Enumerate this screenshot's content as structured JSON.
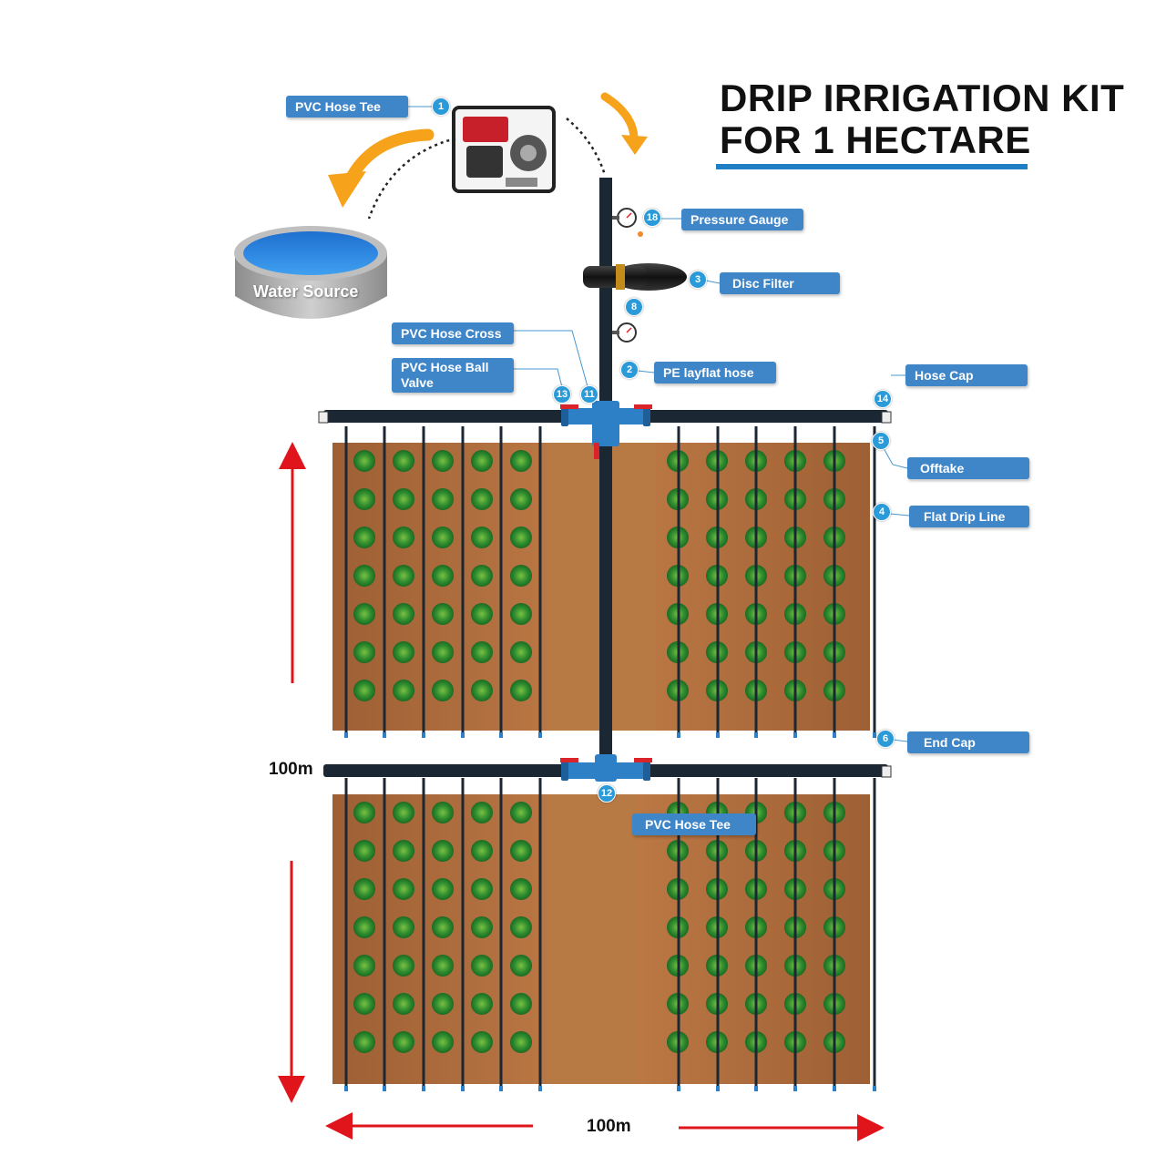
{
  "title": {
    "line1": "DRIP IRRIGATION KIT",
    "line2": "FOR 1 HECTARE"
  },
  "water_source": "Water Source",
  "dimensions": {
    "width": "100m",
    "length": "100m"
  },
  "callouts": [
    {
      "id": "pvc-hose-tee-top",
      "num": "1",
      "label": "PVC Hose Tee"
    },
    {
      "id": "pressure-gauge",
      "num": "18",
      "label": "Pressure Gauge"
    },
    {
      "id": "disc-filter",
      "num": "3",
      "label": "Disc Filter"
    },
    {
      "id": "gauge-8",
      "num": "8",
      "label": ""
    },
    {
      "id": "pvc-hose-cross",
      "num": "11",
      "label": "PVC Hose Cross"
    },
    {
      "id": "pe-layflat-hose",
      "num": "2",
      "label": "PE layflat hose"
    },
    {
      "id": "pvc-hose-ball-valve",
      "num": "13",
      "label": "PVC Hose Ball\nValve"
    },
    {
      "id": "hose-cap",
      "num": "14",
      "label": "Hose Cap"
    },
    {
      "id": "offtake",
      "num": "5",
      "label": "Offtake"
    },
    {
      "id": "flat-drip-line",
      "num": "4",
      "label": "Flat Drip Line"
    },
    {
      "id": "end-cap",
      "num": "6",
      "label": "End Cap"
    },
    {
      "id": "pvc-hose-tee-bottom",
      "num": "12",
      "label": "PVC Hose Tee"
    }
  ],
  "colors": {
    "accent": "#3f86c9",
    "badge": "#2a9ad8",
    "pipe": "#1b2733",
    "fitting": "#2d7fc6",
    "valve_handle": "#d9252a",
    "arrow_red": "#e0151b",
    "arrow_orange": "#f6a21a",
    "soil": "#b8743f",
    "crop": "#2f8d2f",
    "pump": "#c8202a"
  }
}
